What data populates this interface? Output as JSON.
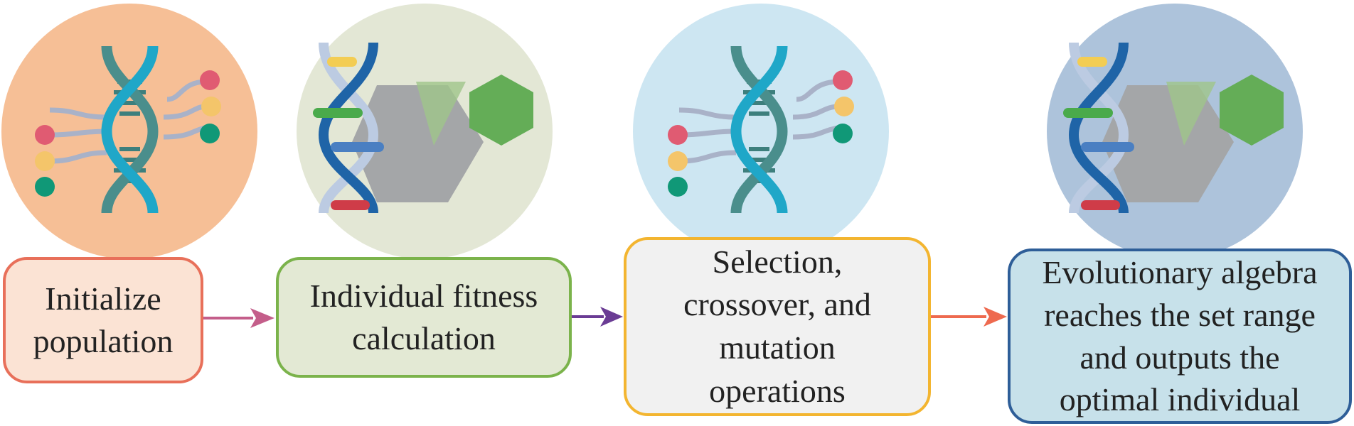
{
  "diagram": {
    "steps": [
      {
        "label": "Initialize\npopulation",
        "icon": "dna-connections-icon",
        "circle_color": "#f6bf96",
        "box_fill": "#fbe3d4",
        "box_border": "#e8705a"
      },
      {
        "label": "Individual fitness\ncalculation",
        "icon": "dna-hexagon-icon",
        "circle_color": "#e3e7d5",
        "box_fill": "#e3e9d4",
        "box_border": "#7bb34b"
      },
      {
        "label": "Selection,\ncrossover, and\nmutation\noperations",
        "icon": "dna-connections-icon",
        "circle_color": "#cde6f2",
        "box_fill": "#f1f1f1",
        "box_border": "#f3b530"
      },
      {
        "label": "Evolutionary algebra\nreaches the set range\nand outputs the\noptimal individual",
        "icon": "dna-hexagon-icon",
        "circle_color": "#adc3db",
        "box_fill": "#c7e1ea",
        "box_border": "#2e5e98"
      }
    ],
    "arrows": [
      {
        "from": 0,
        "to": 1,
        "color": "#c45e8a"
      },
      {
        "from": 1,
        "to": 2,
        "color": "#6a3c94"
      },
      {
        "from": 2,
        "to": 3,
        "color": "#ee6a4f"
      }
    ]
  }
}
